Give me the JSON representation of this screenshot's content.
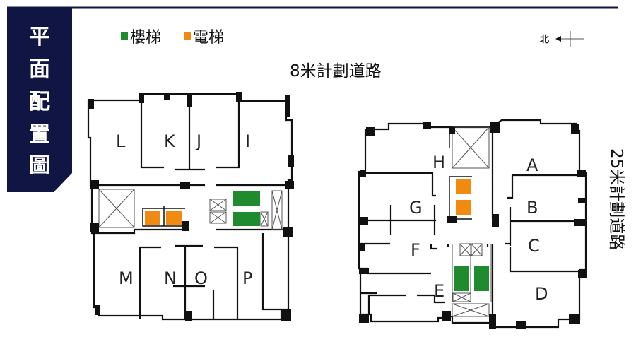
{
  "title": "平面配置圖",
  "title_chars": [
    "平",
    "面",
    "配",
    "置",
    "圖"
  ],
  "legend": [
    {
      "label": "樓梯",
      "color": "#1f8a2e"
    },
    {
      "label": "電梯",
      "color": "#f08a10"
    }
  ],
  "north_label": "北",
  "roads": {
    "top": "8米計劃道路",
    "right": "25米計劃道路"
  },
  "colors": {
    "banner": "#101544",
    "stairs": "#1f8a2e",
    "elevator": "#f08a10"
  },
  "left_building": {
    "units": [
      "L",
      "K",
      "J",
      "I",
      "M",
      "N",
      "O",
      "P"
    ]
  },
  "right_building": {
    "units": [
      "H",
      "A",
      "G",
      "B",
      "F",
      "C",
      "E",
      "D"
    ]
  }
}
